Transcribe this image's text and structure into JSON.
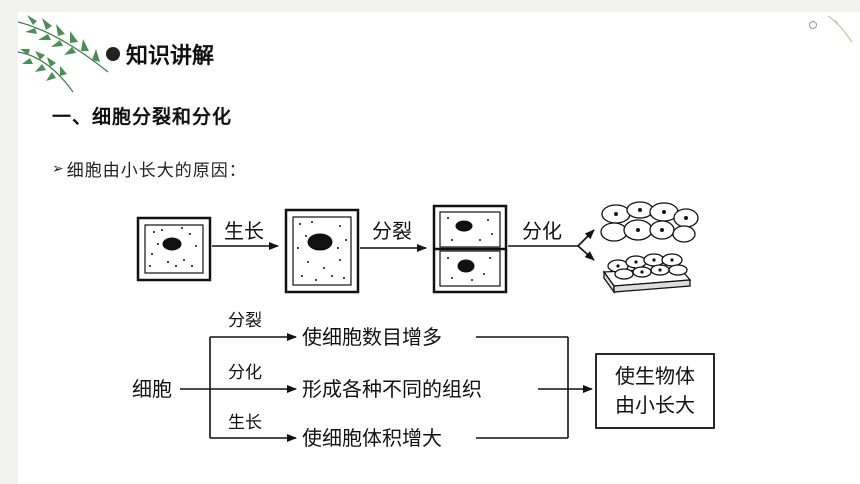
{
  "section_title": "知识讲解",
  "heading": "一、细胞分裂和分化",
  "bullet": {
    "marker": "➢",
    "text": "细胞由小长大的原因："
  },
  "diagram": {
    "top_labels": {
      "grow": "生长",
      "divide": "分裂",
      "differentiate": "分化"
    },
    "flow": {
      "source": "细胞",
      "branches": [
        {
          "process": "分裂",
          "result": "使细胞数目增多"
        },
        {
          "process": "分化",
          "result": "形成各种不同的组织"
        },
        {
          "process": "生长",
          "result": "使细胞体积增大"
        }
      ],
      "outcome_line1": "使生物体",
      "outcome_line2": "由小长大"
    }
  },
  "colors": {
    "page_bg": "#f1f1ee",
    "slide_bg": "#ffffff",
    "text": "#111111",
    "leaf": "#3f7d4a"
  }
}
